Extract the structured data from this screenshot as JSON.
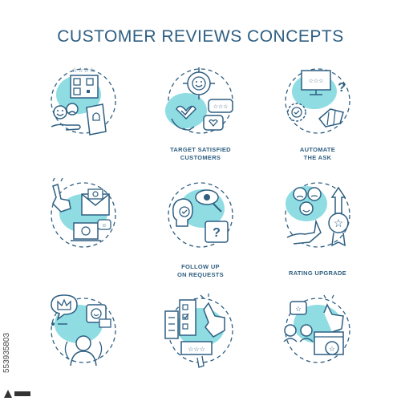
{
  "title": "CUSTOMER REVIEWS CONCEPTS",
  "colors": {
    "stroke": "#2f5f82",
    "fill": "#8fdde3",
    "accent": "#2f5f82"
  },
  "concepts": [
    {
      "icon": "review-qr-code-icon",
      "label_line1": "",
      "label_line2": ""
    },
    {
      "icon": "target-satisfied-customers-icon",
      "label_line1": "TARGET SATISFIED",
      "label_line2": "CUSTOMERS"
    },
    {
      "icon": "automate-the-ask-icon",
      "label_line1": "AUTOMATE",
      "label_line2": "THE ASK"
    },
    {
      "icon": "email-request-icon",
      "label_line1": "",
      "label_line2": ""
    },
    {
      "icon": "follow-up-on-requests-icon",
      "label_line1": "FOLLOW UP",
      "label_line2": "ON REQUESTS"
    },
    {
      "icon": "rating-upgrade-icon",
      "label_line1": "RATING UPGRADE",
      "label_line2": ""
    },
    {
      "icon": "crown-feedback-icon",
      "label_line1": "",
      "label_line2": ""
    },
    {
      "icon": "survey-checklist-icon",
      "label_line1": "",
      "label_line2": ""
    },
    {
      "icon": "customer-reviews-icon",
      "label_line1": "",
      "label_line2": ""
    }
  ],
  "watermark": "553935803",
  "logo": "adobe-stock-logo-icon"
}
